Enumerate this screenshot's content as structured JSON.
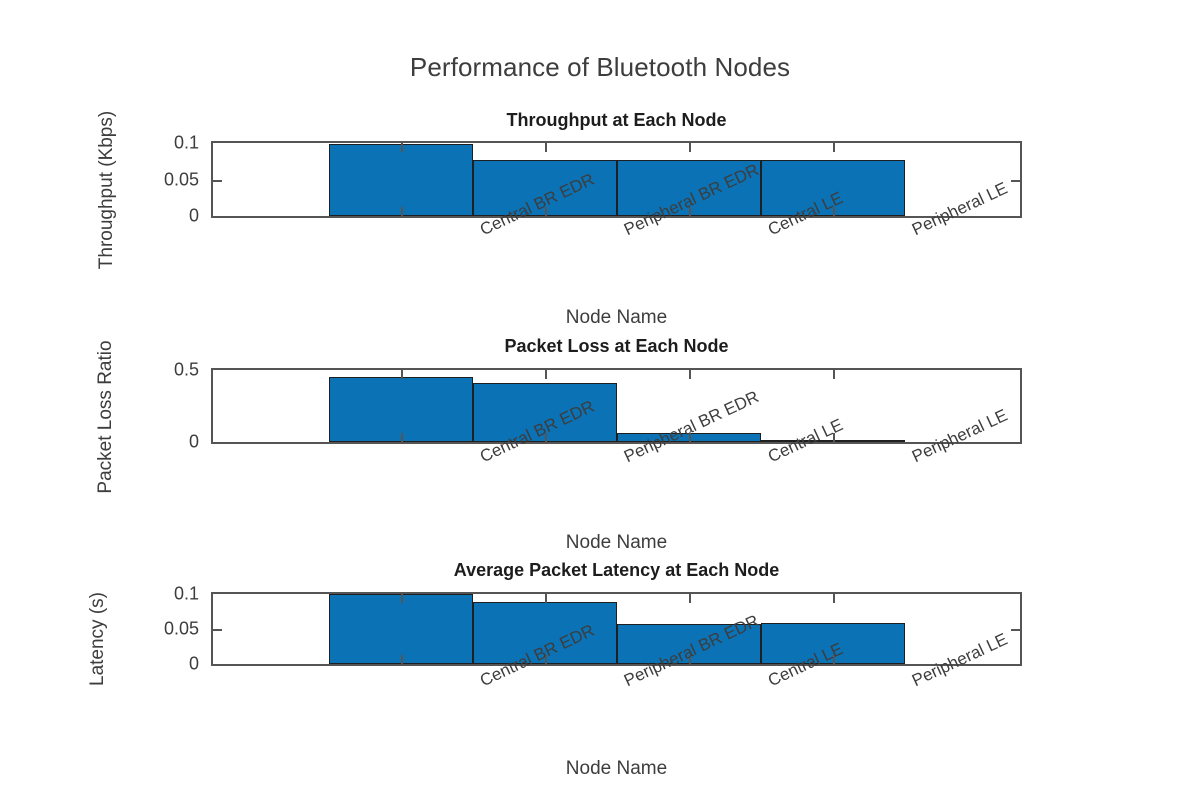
{
  "figure": {
    "title": "Performance of Bluetooth Nodes",
    "background": "#ffffff",
    "bar_color": "#0a72b5",
    "bar_edge_color": "#1f1f1f",
    "axis_color": "#555555",
    "text_color": "#3d3d3d"
  },
  "chart_data": [
    {
      "type": "bar",
      "title": "Throughput at Each Node",
      "xlabel": "Node Name",
      "ylabel": "Throughput (Kbps)",
      "categories": [
        "Central BR EDR",
        "Peripheral BR EDR",
        "Central LE",
        "Peripheral LE"
      ],
      "values": [
        0.0985,
        0.0772,
        0.0772,
        0.0768
      ],
      "ylim": [
        0,
        0.1
      ],
      "yticks": [
        0,
        0.05,
        0.1
      ],
      "ytick_labels": [
        "0",
        "0.05",
        "0.1"
      ],
      "grid": false,
      "legend": false,
      "bar_color": "#0a72b5"
    },
    {
      "type": "bar",
      "title": "Packet Loss at Each Node",
      "xlabel": "Node Name",
      "ylabel": "Packet Loss Ratio",
      "categories": [
        "Central BR EDR",
        "Peripheral BR EDR",
        "Central LE",
        "Peripheral LE"
      ],
      "values": [
        0.451,
        0.412,
        0.065,
        0.004
      ],
      "ylim": [
        0,
        0.5
      ],
      "yticks": [
        0,
        0.5
      ],
      "ytick_labels": [
        "0",
        "0.5"
      ],
      "grid": false,
      "legend": false,
      "bar_color": "#0a72b5"
    },
    {
      "type": "bar",
      "title": "Average Packet Latency at Each Node",
      "xlabel": "Node Name",
      "ylabel": "Latency (s)",
      "categories": [
        "Central BR EDR",
        "Peripheral BR EDR",
        "Central LE",
        "Peripheral LE"
      ],
      "values": [
        0.1,
        0.0881,
        0.0569,
        0.0591
      ],
      "ylim": [
        0,
        0.1
      ],
      "yticks": [
        0,
        0.05,
        0.1
      ],
      "ytick_labels": [
        "0",
        "0.05",
        "0.1"
      ],
      "grid": false,
      "legend": false,
      "bar_color": "#0a72b5"
    }
  ]
}
